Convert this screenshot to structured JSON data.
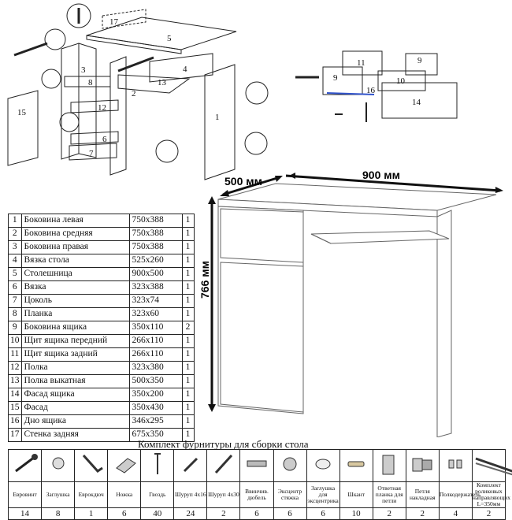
{
  "assembly": {
    "labels": [
      "17",
      "5",
      "3",
      "8",
      "4",
      "13",
      "2",
      "12",
      "6",
      "7",
      "1",
      "15"
    ]
  },
  "drawer": {
    "labels": [
      "11",
      "9",
      "9",
      "10",
      "14",
      "16"
    ]
  },
  "dimensions": {
    "depth": "500 мм",
    "width": "900 мм",
    "height": "766 мм"
  },
  "parts": [
    {
      "n": "1",
      "name": "Боковина левая",
      "size": "750x388",
      "qty": "1"
    },
    {
      "n": "2",
      "name": "Боковина средняя",
      "size": "750x388",
      "qty": "1"
    },
    {
      "n": "3",
      "name": "Боковина правая",
      "size": "750x388",
      "qty": "1"
    },
    {
      "n": "4",
      "name": "Вязка стола",
      "size": "525x260",
      "qty": "1"
    },
    {
      "n": "5",
      "name": "Столешница",
      "size": "900x500",
      "qty": "1"
    },
    {
      "n": "6",
      "name": "Вязка",
      "size": "323x388",
      "qty": "1"
    },
    {
      "n": "7",
      "name": "Цоколь",
      "size": "323x74",
      "qty": "1"
    },
    {
      "n": "8",
      "name": "Планка",
      "size": "323x60",
      "qty": "1"
    },
    {
      "n": "9",
      "name": "Боковина ящика",
      "size": "350x110",
      "qty": "2"
    },
    {
      "n": "10",
      "name": "Щит ящика передний",
      "size": "266x110",
      "qty": "1"
    },
    {
      "n": "11",
      "name": "Щит ящика задний",
      "size": "266x110",
      "qty": "1"
    },
    {
      "n": "12",
      "name": "Полка",
      "size": "323x380",
      "qty": "1"
    },
    {
      "n": "13",
      "name": "Полка выкатная",
      "size": "500x350",
      "qty": "1"
    },
    {
      "n": "14",
      "name": "Фасад ящика",
      "size": "350x200",
      "qty": "1"
    },
    {
      "n": "15",
      "name": "Фасад",
      "size": "350x430",
      "qty": "1"
    },
    {
      "n": "16",
      "name": "Дно ящика",
      "size": "346x295",
      "qty": "1"
    },
    {
      "n": "17",
      "name": "Стенка задняя",
      "size": "675x350",
      "qty": "1"
    }
  ],
  "hardware": {
    "title": "Комплект фурнитуры для сборки стола",
    "items": [
      {
        "name": "Евровинт",
        "qty": "14",
        "icon": "screw-icon"
      },
      {
        "name": "Заглушка",
        "qty": "8",
        "icon": "cap-icon"
      },
      {
        "name": "Еврокдюч",
        "qty": "1",
        "icon": "hex-key-icon"
      },
      {
        "name": "Ножка",
        "qty": "6",
        "icon": "foot-icon"
      },
      {
        "name": "Гвоздь",
        "qty": "40",
        "icon": "nail-icon"
      },
      {
        "name": "Шуруп 4x16",
        "qty": "24",
        "icon": "short-screw-icon"
      },
      {
        "name": "Шуруп 4x30",
        "qty": "2",
        "icon": "long-screw-icon"
      },
      {
        "name": "Ввинчив. дюбель",
        "qty": "6",
        "icon": "dowel-icon"
      },
      {
        "name": "Эксцентр стяжка",
        "qty": "6",
        "icon": "cam-lock-icon"
      },
      {
        "name": "Заглушка для эксцентрика",
        "qty": "6",
        "icon": "cam-cap-icon"
      },
      {
        "name": "Шкант",
        "qty": "10",
        "icon": "wood-dowel-icon"
      },
      {
        "name": "Ответная планка для петли",
        "qty": "2",
        "icon": "hinge-plate-icon"
      },
      {
        "name": "Петля накладная",
        "qty": "2",
        "icon": "hinge-icon"
      },
      {
        "name": "Полкодержатель",
        "qty": "4",
        "icon": "shelf-support-icon"
      },
      {
        "name": "Комплект роликовых направляющих L=350мм",
        "qty": "2",
        "icon": "drawer-slide-icon"
      }
    ]
  }
}
